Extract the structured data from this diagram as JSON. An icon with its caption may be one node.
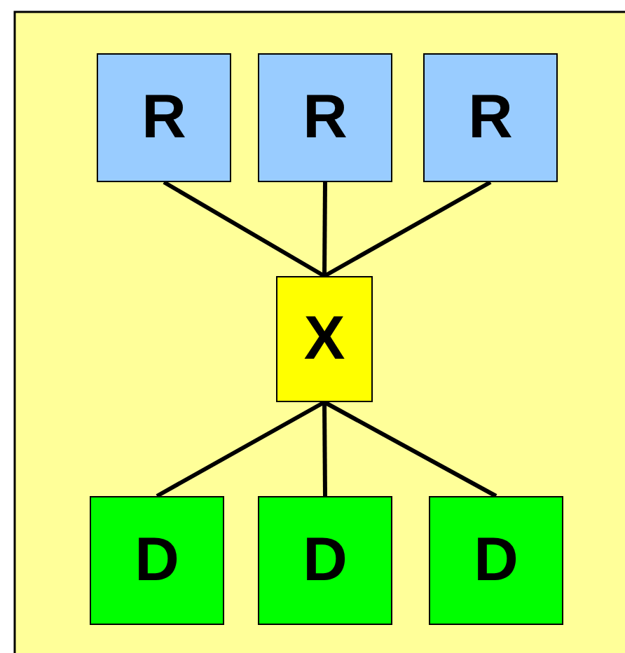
{
  "diagram": {
    "nodes": [
      {
        "text": [
          "R"
        ]
      },
      {
        "text": [
          "R"
        ]
      },
      {
        "text": [
          "R"
        ]
      },
      {
        "text": [
          "X"
        ]
      },
      {
        "text": [
          "D"
        ]
      },
      {
        "text": [
          "D"
        ]
      },
      {
        "text": [
          "D"
        ]
      }
    ],
    "edges": [
      {
        "from": 0,
        "to": 3,
        "arrow": "none"
      },
      {
        "from": 1,
        "to": 3,
        "arrow": "none"
      },
      {
        "from": 2,
        "to": 3,
        "arrow": "none"
      },
      {
        "from": 3,
        "to": 4,
        "arrow": "none"
      },
      {
        "from": 3,
        "to": 5,
        "arrow": "none"
      },
      {
        "from": 3,
        "to": 6,
        "arrow": "none"
      }
    ]
  }
}
